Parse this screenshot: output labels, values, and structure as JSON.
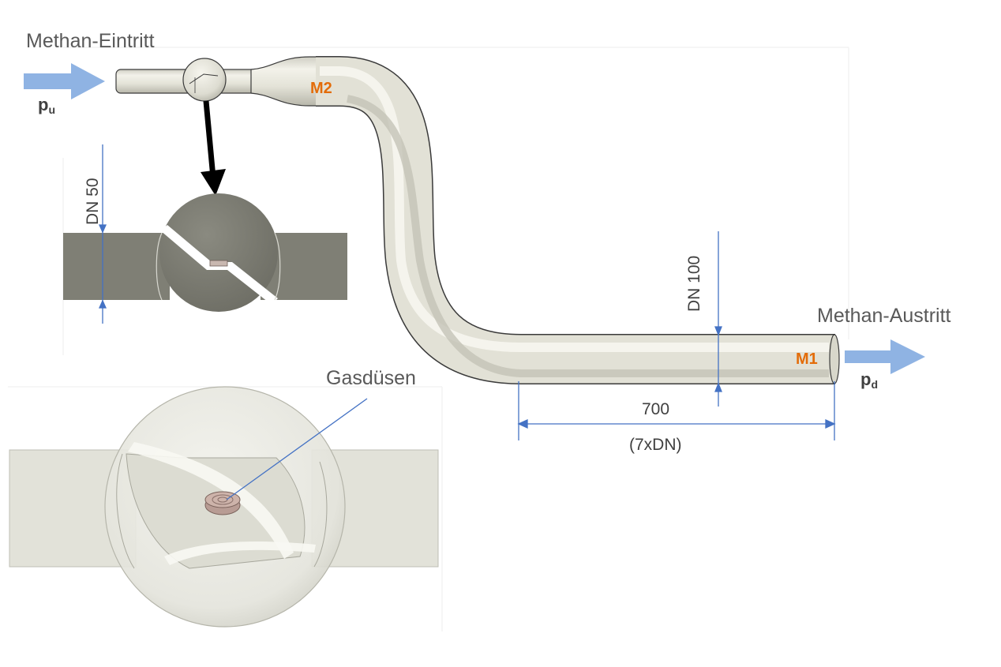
{
  "labels": {
    "inlet": "Methan-Eintritt",
    "outlet": "Methan-Austritt",
    "m2": "M2",
    "m1": "M1",
    "dn_small": "DN 50",
    "dn_large": "DN 100",
    "length": "700",
    "length_note": "(7xDN)",
    "nozzles": "Gasdüsen",
    "p_in_base": "p",
    "p_in_sub": "u",
    "p_out_base": "p",
    "p_out_sub": "d"
  },
  "colors": {
    "arrow": "#8fb3e3",
    "dimension_line": "#4472c4",
    "measurement_label": "#e36c09",
    "pipe": "#e7e6dc",
    "section_fill": "#7f7f75"
  }
}
